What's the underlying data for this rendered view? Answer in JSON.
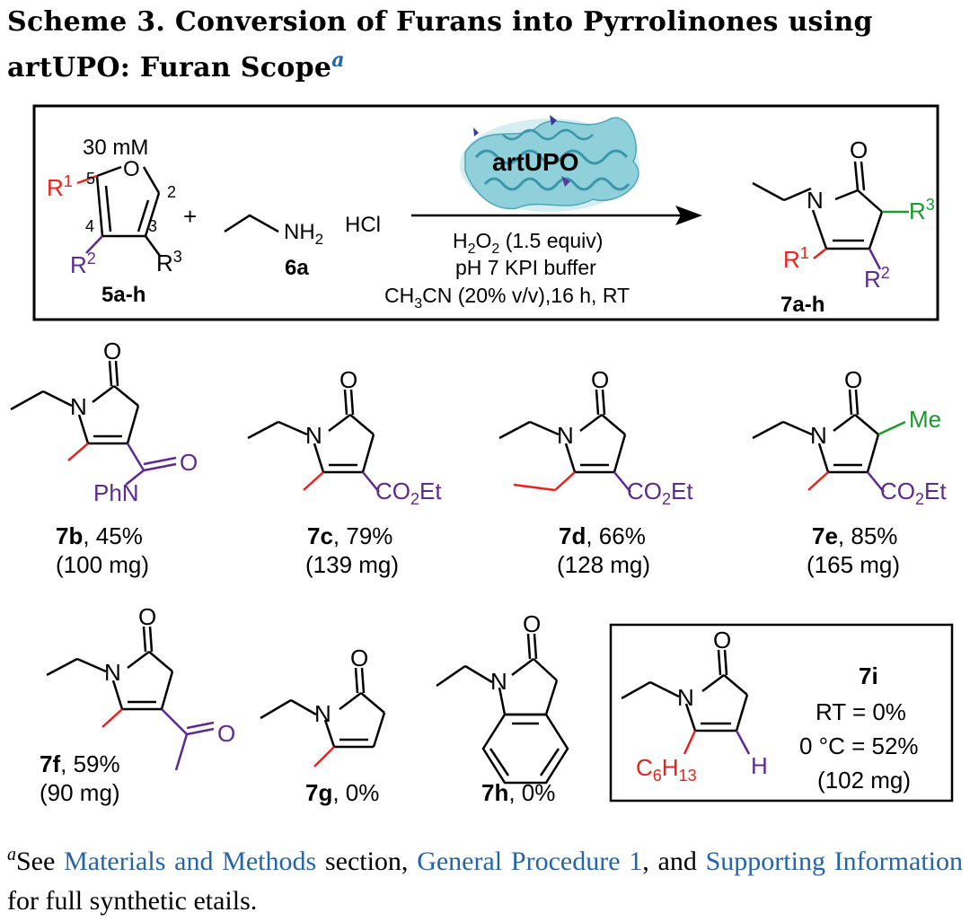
{
  "title": {
    "scheme_label": "Scheme 3. Conversion of Furans into Pyrrolinones using artUPO: Furan Scope",
    "footnote_mark": "a"
  },
  "reaction": {
    "conc": "30 mM",
    "furan_label": "5a-h",
    "ring_O": "O",
    "locants": [
      "2",
      "3",
      "4",
      "5"
    ],
    "R1": "R",
    "R1_sup": "1",
    "R2": "R",
    "R2_sup": "2",
    "R3": "R",
    "R3_sup": "3",
    "plus": "+",
    "amine_N": "NH",
    "amine_sub": "2",
    "hcl": "HCl",
    "amine_label": "6a",
    "enzyme": "artUPO",
    "cond1_a": "H",
    "cond1_sub": "2",
    "cond1_b": "O",
    "cond1_sub2": "2",
    "cond1_c": " (1.5 equiv)",
    "cond2": "pH 7 KPI buffer",
    "cond3_a": "CH",
    "cond3_sub": "3",
    "cond3_b": "CN (20% v/v),16 h, RT",
    "product_label": "7a-h",
    "product_O": "O",
    "product_N": "N"
  },
  "products": [
    {
      "id": "7b",
      "yield": ", 45%",
      "mass": "(100 mg)",
      "sub": "PhN",
      "o": "O"
    },
    {
      "id": "7c",
      "yield": ", 79%",
      "mass": "(139 mg)",
      "sub": "CO",
      "sub2": "2",
      "sub3": "Et"
    },
    {
      "id": "7d",
      "yield": ", 66%",
      "mass": "(128 mg)",
      "sub": "CO",
      "sub2": "2",
      "sub3": "Et"
    },
    {
      "id": "7e",
      "yield": ", 85%",
      "mass": "(165 mg)",
      "sub": "CO",
      "sub2": "2",
      "sub3": "Et",
      "me": "Me"
    },
    {
      "id": "7f",
      "yield": ", 59%",
      "mass": "(90 mg)",
      "o": "O"
    },
    {
      "id": "7g",
      "yield": ", 0%"
    },
    {
      "id": "7h",
      "yield": ", 0%"
    },
    {
      "id": "7i",
      "rt": "RT  = 0%",
      "cold": "0 °C = 52%",
      "mass": "(102 mg)",
      "chain": "C",
      "chain_sub1": "6",
      "chain_h": "H",
      "chain_sub2": "13",
      "h": "H"
    }
  ],
  "footnote": {
    "mark": "a",
    "t1": "See ",
    "link1": "Materials and Methods",
    "t2": " section, ",
    "link2": "General Procedure 1",
    "t3": ", and ",
    "link3": "Supporting Information",
    "t4": " for full synthetic etails."
  },
  "colors": {
    "R1": "#e8221c",
    "R2": "#5c2a91",
    "R3": "#1a9a2c",
    "link": "#2464a8",
    "protein": "#5fb6c4"
  }
}
